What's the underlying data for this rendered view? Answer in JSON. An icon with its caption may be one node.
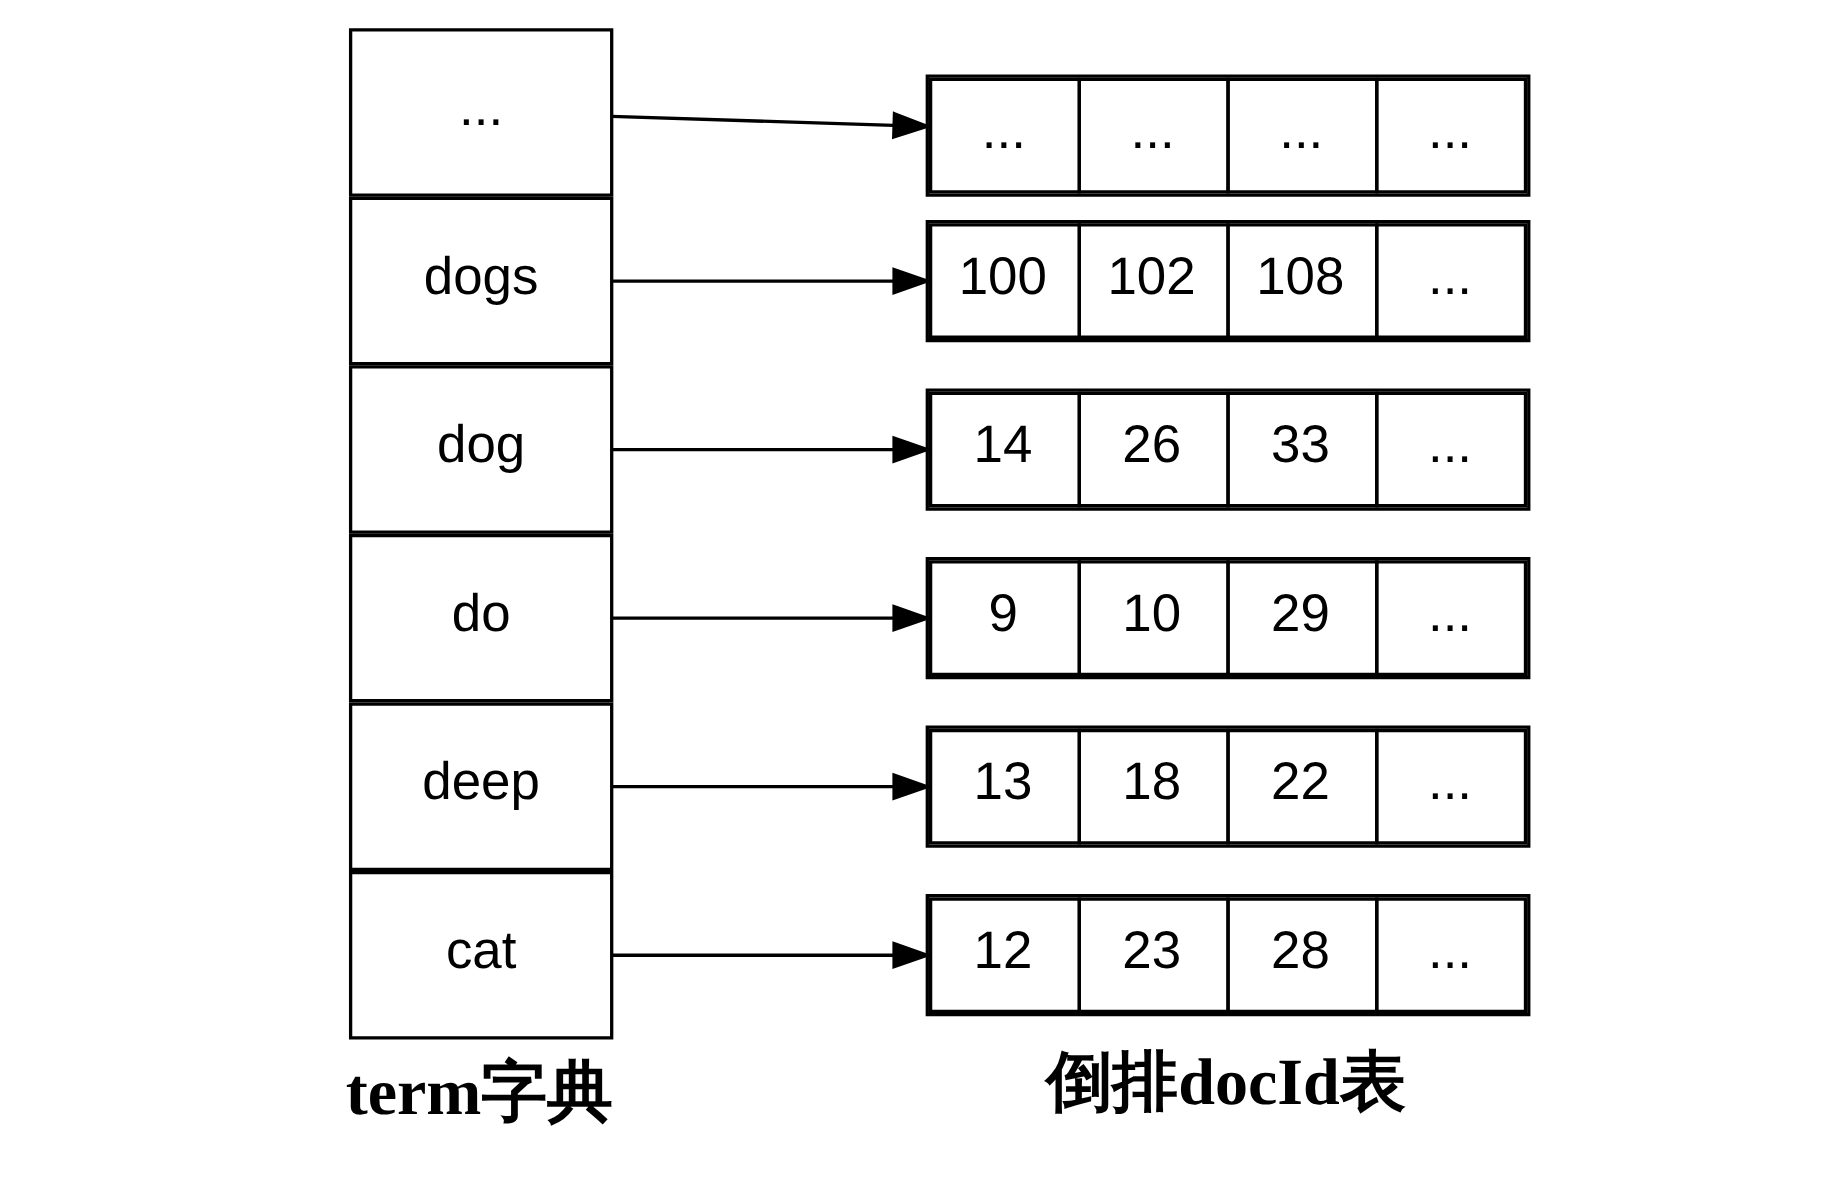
{
  "diagram": {
    "nodes": [
      {
        "text": [
          "cat"
        ]
      },
      {
        "text": [
          "deep"
        ]
      },
      {
        "text": [
          "do"
        ]
      },
      {
        "text": [
          "dog"
        ]
      },
      {
        "text": [
          "dogs"
        ]
      },
      {
        "text": [
          "..."
        ]
      },
      {
        "text": [
          "12",
          "23",
          "28",
          "..."
        ]
      },
      {
        "text": [
          "13",
          "18",
          "22",
          "..."
        ]
      },
      {
        "text": [
          "9",
          "10",
          "29",
          "..."
        ]
      },
      {
        "text": [
          "14",
          "26",
          "33",
          "..."
        ]
      },
      {
        "text": [
          "100",
          "102",
          "108",
          "..."
        ]
      },
      {
        "text": [
          "...",
          "...",
          "...",
          "..."
        ]
      }
    ],
    "edges": [
      {
        "from": 0,
        "to": 6,
        "arrow": "to"
      },
      {
        "from": 1,
        "to": 7,
        "arrow": "to"
      },
      {
        "from": 2,
        "to": 8,
        "arrow": "to"
      },
      {
        "from": 3,
        "to": 9,
        "arrow": "to"
      },
      {
        "from": 4,
        "to": 10,
        "arrow": "to"
      },
      {
        "from": 5,
        "to": 11,
        "arrow": "to"
      }
    ],
    "labels": [
      "term字典",
      "倒排docId表"
    ]
  }
}
